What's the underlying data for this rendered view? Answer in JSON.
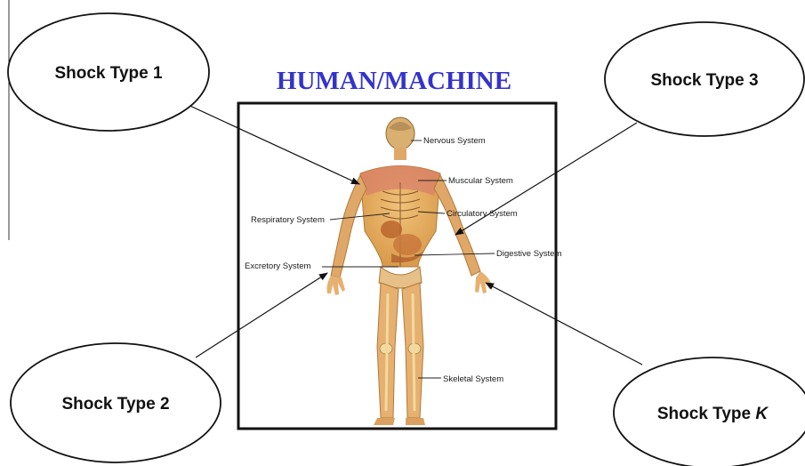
{
  "title": "HUMAN/MACHINE",
  "shocks": {
    "s1": "Shock Type 1",
    "s2": "Shock Type 2",
    "s3": "Shock Type 3",
    "sk_prefix": "Shock Type ",
    "sk_var": "K"
  },
  "systems": {
    "nervous": "Nervous System",
    "muscular": "Muscular System",
    "respiratory": "Respiratory System",
    "circulatory": "Circulatory System",
    "excretory": "Excretory System",
    "digestive": "Digestive System",
    "skeletal": "Skeletal System"
  },
  "colors": {
    "title": "#3333cc",
    "skin": "#e8b46a",
    "muscle": "#d9806a",
    "bone": "#f2d9a0",
    "organ": "#c9783c"
  }
}
